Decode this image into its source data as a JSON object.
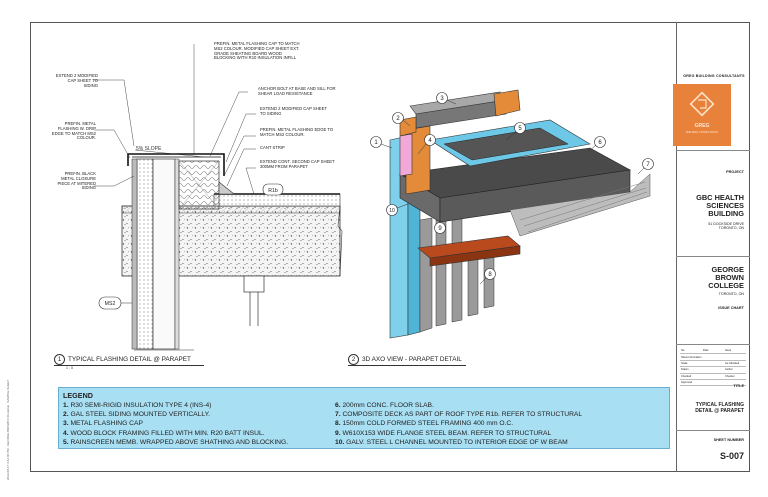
{
  "side_text": "2022-08-17 4:42:48 PM · GEORGE BROWN COLLEGE · SAMPLE SHEET",
  "title_block": {
    "firm": "GREG BUILDING CONSULTANTS",
    "logo_text": "GREG",
    "logo_subtext": "BUILDING CONSULTANTS",
    "project_label": "PROJECT",
    "project_name": [
      "GBC HEALTH",
      "SCIENCES",
      "BUILDING"
    ],
    "project_address": [
      "51 DOCKSIDE DRIVE",
      "TORONTO, ON"
    ],
    "client_name": [
      "GEORGE",
      "BROWN",
      "COLLEGE"
    ],
    "client_address": "TORONTO, ON",
    "issue_chart": "ISSUE CHART",
    "grid_rows": [
      [
        "No.",
        "Date",
        "Issue"
      ],
      [
        "Sheet Information",
        "",
        ""
      ],
      [
        "Scale",
        "",
        "As indicated"
      ],
      [
        "Drawn",
        "",
        "Author"
      ],
      [
        "Checked",
        "",
        "Checker"
      ],
      [
        "Approved",
        "",
        ""
      ]
    ],
    "title_label": "TITLE",
    "sheet_title": [
      "TYPICAL FLASHING",
      "DETAIL @ PARAPET"
    ],
    "sheet_number_label": "SHEET NUMBER",
    "sheet_number": "S-007"
  },
  "detail_labels": {
    "flashing_cap": "PREFIN. METAL FLASHING CAP TO MATCH MS2 COLOUR. MODIFIED CAP SHEET EXT. GRADE SHEATING BOARD WOOD BLOCKING WITH R10 INSULATION INFILL",
    "extend_2_cap": "EXTEND 2 MODIFIED CAP SHEET TO SIDING",
    "drip_edge": "PREFIN. METAL FLASHING W. DRIP EDGE TO MATCH MS2 COLOUR.",
    "closure_piece": "PREFIN. BLACK METAL CLOSURE PIECE AT MITERED SIDING",
    "anchor_bolt": "ANCHOR BOLT AT BASE AND SILL FOR SHEAR LOAD RESISTANCE",
    "extend_2_cap_b": "EXTEND 2 MODIFIED CAP SHEET TO SIDING",
    "flashing_edge": "PREFIN. METAL FLASHING EDGE TO MATCH MS2 COLOUR.",
    "cant_strip": "CANT STRIP",
    "second_cap": "EXTEND CONT. SECOND CAP SHEET 300mm FROM PARAPET",
    "slope": "5% SLOPE",
    "r1b_tag": "R1b",
    "ms2_tag": "MS2"
  },
  "axo_tags": [
    "1",
    "2",
    "3",
    "4",
    "5",
    "6",
    "7",
    "8",
    "9",
    "10"
  ],
  "captions": {
    "detail": {
      "num": "1",
      "text": "TYPICAL FLASHING DETAIL @ PARAPET",
      "scale": "1 : 5"
    },
    "axo": {
      "num": "2",
      "text": "3D AXO VIEW - PARAPET DETAIL"
    }
  },
  "legend": {
    "title": "LEGEND",
    "left": [
      {
        "n": "1.",
        "t": "R30 SEMI-RIGID INSULATION TYPE 4 (INS-4)"
      },
      {
        "n": "2.",
        "t": "GAL STEEL SIDING MOUNTED VERTICALLY."
      },
      {
        "n": "3.",
        "t": "METAL FLASHING CAP"
      },
      {
        "n": "4.",
        "t": "WOOD BLOCK FRAMING FILLED WITH MIN. R20 BATT INSUL."
      },
      {
        "n": "5.",
        "t": "RAINSCREEN MEMB. WRAPPED ABOVE SHATHING AND BLOCKING."
      }
    ],
    "right": [
      {
        "n": "6.",
        "t": "200mm CONC. FLOOR SLAB."
      },
      {
        "n": "7.",
        "t": "COMPOSITE DECK AS PART OF ROOF TYPE R1b. REFER TO STRUCTURAL"
      },
      {
        "n": "8.",
        "t": "150mm COLD FORMED STEEL FRAMING 400 mm O.C."
      },
      {
        "n": "9.",
        "t": "W610X153 WIDE FLANGE STEEL BEAM. REFER TO STRUCTURAL"
      },
      {
        "n": "10.",
        "t": "GALV. STEEL L CHANNEL MOUNTED TO INTERIOR EDGE OF W BEAM"
      }
    ]
  }
}
